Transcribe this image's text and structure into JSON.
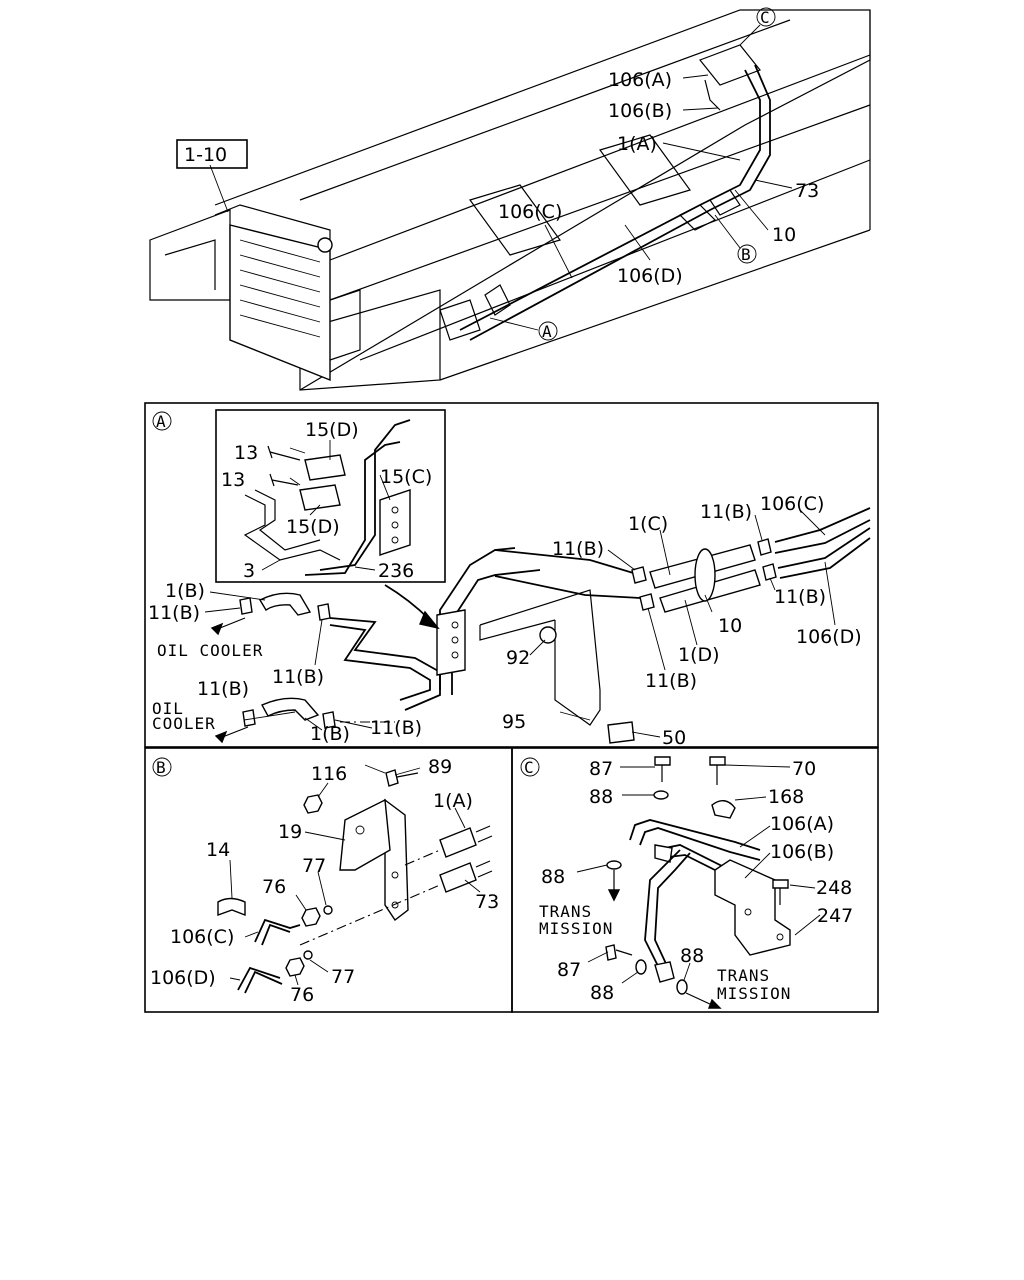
{
  "ref_box": "1-10",
  "overview": {
    "labels": {
      "c_marker": "C",
      "l106a": "106(A)",
      "l106b": "106(B)",
      "l1a": "1(A)",
      "l73": "73",
      "l10": "10",
      "b_marker": "B",
      "l106c": "106(C)",
      "l106d": "106(D)",
      "a_marker": "A"
    }
  },
  "panel_a": {
    "marker": "A",
    "labels": {
      "l13a": "13",
      "l15d_top": "15(D)",
      "l13b": "13",
      "l15c": "15(C)",
      "l15d_bot": "15(D)",
      "l3": "3",
      "l236": "236",
      "l1b_top": "1(B)",
      "l11b_1": "11(B)",
      "oil_cooler_1": "OIL COOLER",
      "l11b_2": "11(B)",
      "l11b_3": "11(B)",
      "oil_cooler_2a": "OIL",
      "oil_cooler_2b": "COOLER",
      "l1b_bot": "1(B)",
      "l11b_4": "11(B)",
      "l11b_5": "11(B)",
      "l92": "92",
      "l95": "95",
      "l50": "50",
      "l1c": "1(C)",
      "l11b_6": "11(B)",
      "l106c": "106(C)",
      "l11b_7": "11(B)",
      "l10": "10",
      "l1d": "1(D)",
      "l11b_8": "11(B)",
      "l106d": "106(D)"
    }
  },
  "panel_b": {
    "marker": "B",
    "labels": {
      "l116": "116",
      "l89": "89",
      "l1a": "1(A)",
      "l19": "19",
      "l14": "14",
      "l77a": "77",
      "l76a": "76",
      "l73": "73",
      "l106c": "106(C)",
      "l106d": "106(D)",
      "l76b": "76",
      "l77b": "77"
    }
  },
  "panel_c": {
    "marker": "C",
    "labels": {
      "l87a": "87",
      "l70": "70",
      "l88a": "88",
      "l168": "168",
      "l106a": "106(A)",
      "l106b": "106(B)",
      "l88b": "88",
      "l248": "248",
      "trans1a": "TRANS",
      "trans1b": "MISSION",
      "l247": "247",
      "l87b": "87",
      "l88c": "88",
      "l88d": "88",
      "trans2a": "TRANS",
      "trans2b": "MISSION"
    }
  }
}
